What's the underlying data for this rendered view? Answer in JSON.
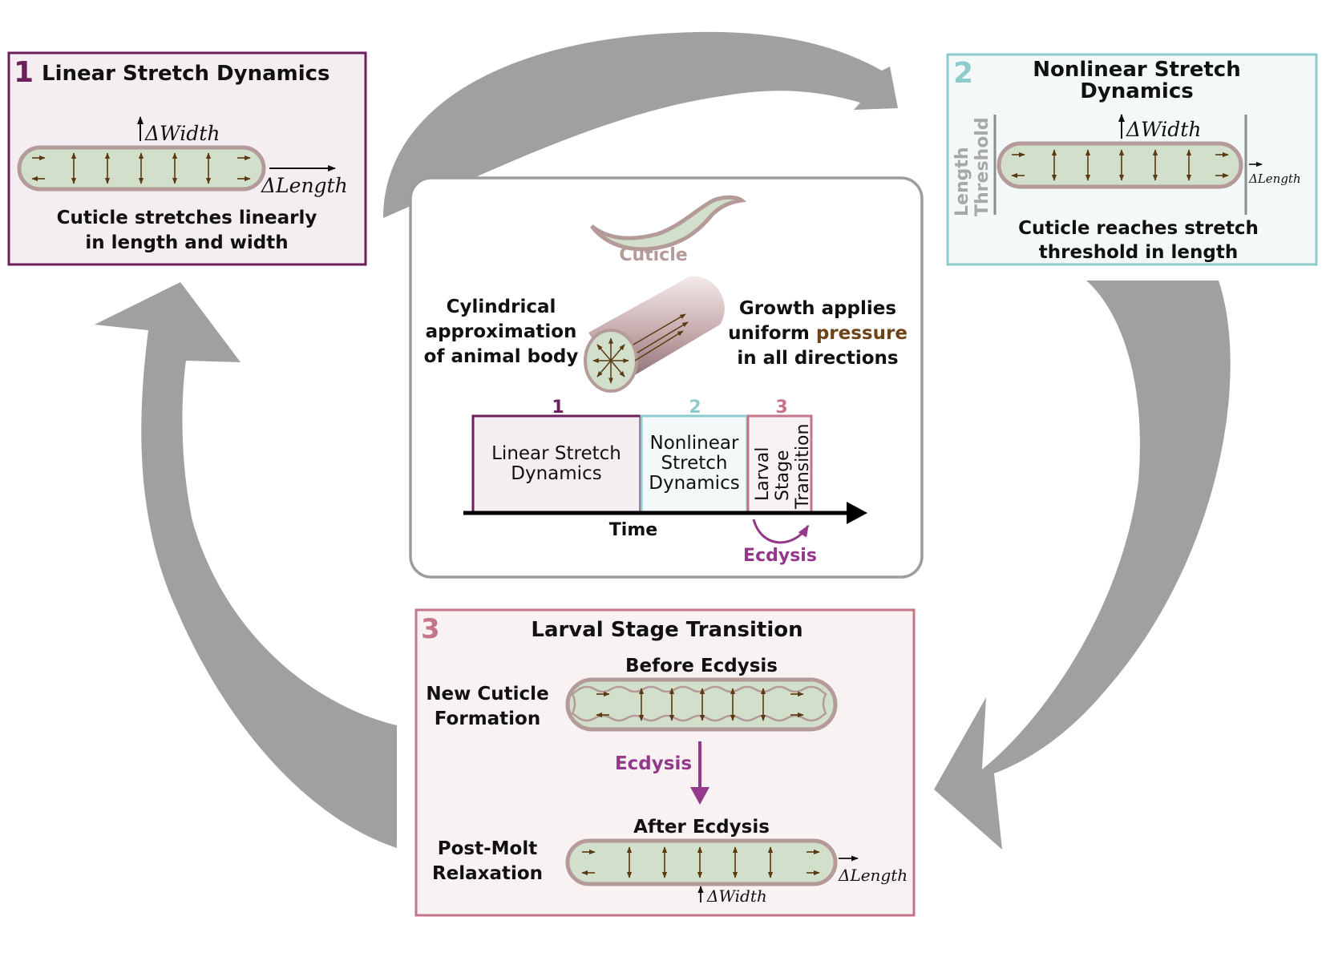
{
  "colors": {
    "stage1": "#6d1f5c",
    "stage2": "#8ecbcc",
    "stage3": "#c67589",
    "cuticle": "#b59a9a",
    "body": "#d1dfcb",
    "force_arrow": "#5b3912",
    "ecdysis": "#94388b",
    "cycle_arrow": "#a0a0a0",
    "pressure": "#6e4318"
  },
  "panel1": {
    "number": "1",
    "title": "Linear Stretch Dynamics",
    "delta_width": "ΔWidth",
    "delta_length": "ΔLength",
    "caption_line1": "Cuticle stretches linearly",
    "caption_line2": "in length and width"
  },
  "panel2": {
    "number": "2",
    "title_line1": "Nonlinear Stretch",
    "title_line2": "Dynamics",
    "threshold_line1": "Length",
    "threshold_line2": "Threshold",
    "delta_width": "ΔWidth",
    "delta_length": "ΔLength",
    "caption_line1": "Cuticle reaches stretch",
    "caption_line2": "threshold in length"
  },
  "panel3": {
    "number": "3",
    "title": "Larval Stage Transition",
    "before_label": "Before Ecdysis",
    "new_cuticle_line1": "New Cuticle",
    "new_cuticle_line2": "Formation",
    "ecdysis_label": "Ecdysis",
    "after_label": "After Ecdysis",
    "post_molt_line1": "Post-Molt",
    "post_molt_line2": "Relaxation",
    "delta_length": "ΔLength",
    "delta_width": "ΔWidth"
  },
  "center": {
    "cuticle_label": "Cuticle",
    "cylinder_line1": "Cylindrical",
    "cylinder_line2": "approximation",
    "cylinder_line3": "of animal body",
    "growth_line1": "Growth applies",
    "growth_line2a": "uniform ",
    "growth_line2b": "pressure",
    "growth_line3": "in all directions",
    "timeline": {
      "stage1_number": "1",
      "stage2_number": "2",
      "stage3_number": "3",
      "stage1_line1": "Linear Stretch",
      "stage1_line2": "Dynamics",
      "stage2_line1": "Nonlinear",
      "stage2_line2": "Stretch",
      "stage2_line3": "Dynamics",
      "stage3_line1": "Larval",
      "stage3_line2": "Stage",
      "stage3_line3": "Transition",
      "time_label": "Time",
      "ecdysis_label": "Ecdysis"
    }
  }
}
